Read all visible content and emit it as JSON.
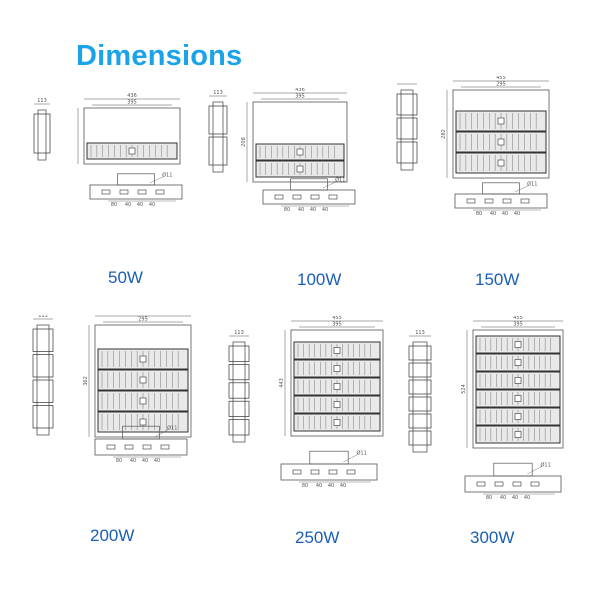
{
  "title": "Dimensions",
  "colors": {
    "title": "#1aa3e8",
    "label": "#1a5fb4",
    "line": "#555555",
    "module": "#333333"
  },
  "variants": [
    {
      "label": "50W",
      "modules": 1,
      "dims": {
        "width": "436",
        "inner": "395",
        "side": "113",
        "height": "",
        "angle": "Ø11",
        "spacing": [
          "80",
          "40",
          "40",
          "40"
        ]
      }
    },
    {
      "label": "100W",
      "modules": 2,
      "dims": {
        "width": "436",
        "inner": "395",
        "side": "113",
        "height": "208",
        "angle": "Ø11",
        "spacing": [
          "80",
          "40",
          "40",
          "40"
        ]
      }
    },
    {
      "label": "150W",
      "modules": 3,
      "dims": {
        "width": "455",
        "inner": "295",
        "side": "",
        "height": "282",
        "angle": "Ø11",
        "spacing": [
          "80",
          "40",
          "40",
          "40"
        ]
      }
    },
    {
      "label": "200W",
      "modules": 4,
      "dims": {
        "width": "455",
        "inner": "295",
        "side": "113",
        "height": "362",
        "angle": "Ø11",
        "spacing": [
          "80",
          "40",
          "40",
          "40"
        ]
      }
    },
    {
      "label": "250W",
      "modules": 5,
      "dims": {
        "width": "455",
        "inner": "395",
        "side": "113",
        "height": "443",
        "angle": "Ø11",
        "spacing": [
          "80",
          "40",
          "40",
          "40"
        ]
      }
    },
    {
      "label": "300W",
      "modules": 6,
      "dims": {
        "width": "455",
        "inner": "395",
        "side": "113",
        "height": "524",
        "angle": "Ø11",
        "spacing": [
          "80",
          "40",
          "40",
          "40"
        ]
      }
    }
  ]
}
